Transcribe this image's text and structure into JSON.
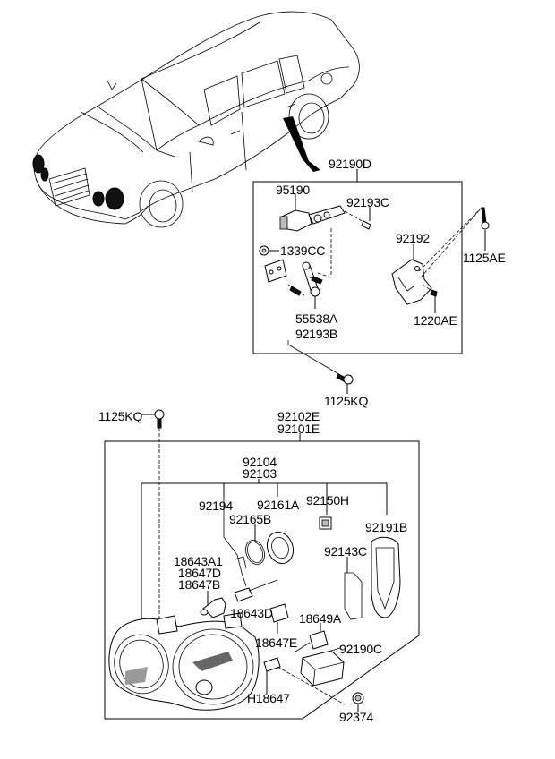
{
  "diagram": {
    "title": "Head Lamp Assembly Parts Diagram",
    "leveling_group": {
      "header": "92190D",
      "parts": {
        "p95190": "95190",
        "p92193C": "92193C",
        "p1339CC": "1339CC",
        "p92192": "92192",
        "p1125AE": "1125AE",
        "p55538A": "55538A",
        "p92193B": "92193B",
        "p1220AE": "1220AE",
        "p1125KQ_upper": "1125KQ"
      }
    },
    "headlamp_group": {
      "header_line1": "92102E",
      "header_line2": "92101E",
      "p1125KQ_left": "1125KQ",
      "sub_header_line1": "92104",
      "sub_header_line2": "92103",
      "parts": {
        "p92194": "92194",
        "p92161A": "92161A",
        "p92150H": "92150H",
        "p92165B": "92165B",
        "p92191B": "92191B",
        "p18643A1": "18643A1",
        "p18647D": "18647D",
        "p18647B": "18647B",
        "p92143C": "92143C",
        "p18643D": "18643D",
        "p18649A": "18649A",
        "p18647E": "18647E",
        "p92190C": "92190C",
        "pH18647": "H18647",
        "p92374": "92374"
      }
    }
  }
}
